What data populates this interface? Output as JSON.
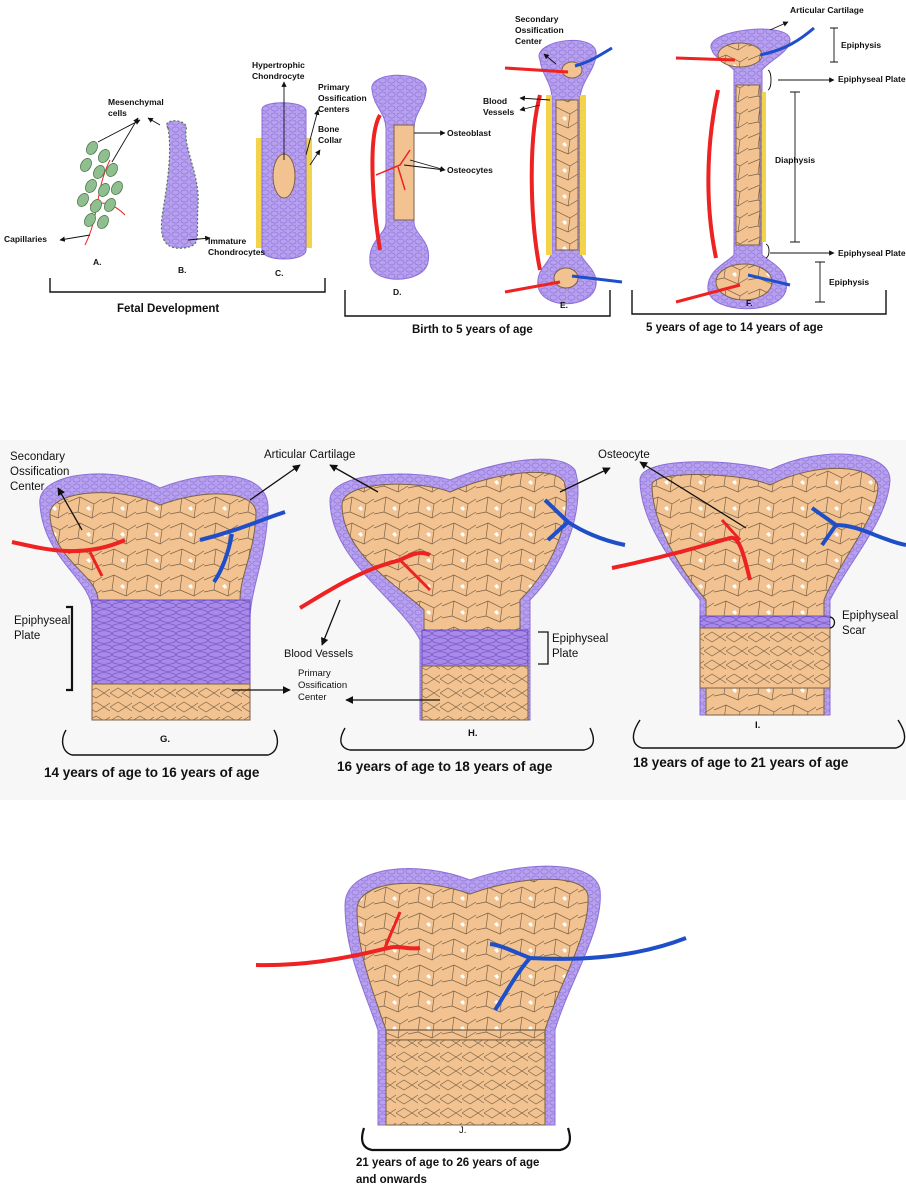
{
  "colors": {
    "cartilage": "#b7a0ee",
    "cartilage_edge": "#8b6fd8",
    "bone": "#f2c290",
    "bone_edge": "#7a6248",
    "artery": "#ee2222",
    "vein": "#1f4fc8",
    "collar": "#f3d34a",
    "mesenchyme": "#8fbf8f"
  },
  "top": {
    "stages": [
      "A.",
      "B.",
      "C.",
      "D.",
      "E.",
      "F."
    ],
    "labels": {
      "mesenchymal": "Mesenchymal\ncells",
      "capillaries": "Capillaries",
      "immature": "Immature\nChondrocytes",
      "hypertrophic": "Hypertrophic\nChondrocyte",
      "primary_centers": "Primary\nOssification\nCenters",
      "bone_collar": "Bone\nCollar",
      "osteoblast": "Osteoblast",
      "osteocytes": "Osteocytes",
      "secondary": "Secondary\nOssification\nCenter",
      "blood_vessels": "Blood\nVessels",
      "articular": "Articular Cartilage",
      "epiphysis_top": "Epiphysis",
      "epiphyseal_plate_top": "Epiphyseal Plate",
      "diaphysis": "Diaphysis",
      "epiphyseal_plate_bottom": "Epiphyseal Plate",
      "epiphysis_bottom": "Epiphysis"
    },
    "groups": {
      "fetal": "Fetal Development",
      "birth": "Birth to 5 years of age",
      "five": "5 years of age to 14 years of age"
    }
  },
  "middle": {
    "stages": [
      "G.",
      "H.",
      "I."
    ],
    "labels": {
      "secondary": "Secondary\nOssification\nCenter",
      "articular": "Articular Cartilage",
      "osteocyte": "Osteocyte",
      "epiphyseal_plate_g": "Epiphyseal\nPlate",
      "blood_vessels": "Blood Vessels",
      "primary": "Primary\nOssification\nCenter",
      "epiphyseal_plate_h": "Epiphyseal\nPlate",
      "epiphyseal_scar": "Epiphyseal\nScar"
    },
    "groups": {
      "g": "14 years of age to 16 years of age",
      "h": "16 years of age to 18 years of age",
      "i": "18 years of age to 21 years of age"
    }
  },
  "bottom": {
    "stage": "J.",
    "group": "21 years of age to 26 years of age\nand onwards"
  }
}
